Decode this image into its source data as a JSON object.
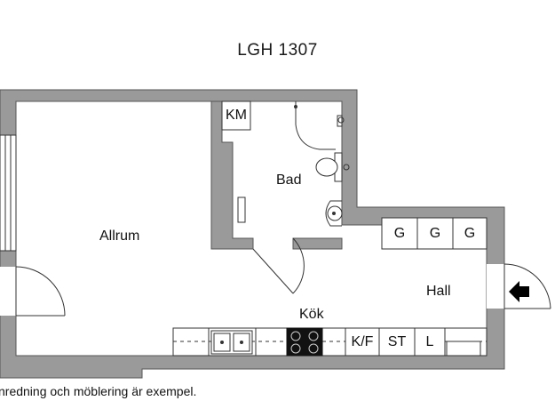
{
  "plan": {
    "title": "LGH 1307",
    "disclaimer": "nredning och möblering är exempel."
  },
  "rooms": {
    "allrum": "Allrum",
    "bad": "Bad",
    "hall": "Hall",
    "kok": "Kök"
  },
  "fixtures": {
    "km": "KM",
    "wardrobe_1": "G",
    "wardrobe_2": "G",
    "wardrobe_3": "G",
    "kf": "K/F",
    "st": "ST",
    "l": "L"
  },
  "colors": {
    "wall": "#9a9a9a",
    "wall_stroke": "#555555",
    "line": "#333333",
    "background": "#ffffff"
  },
  "icons": {
    "entrance": "entrance-arrow-icon"
  }
}
